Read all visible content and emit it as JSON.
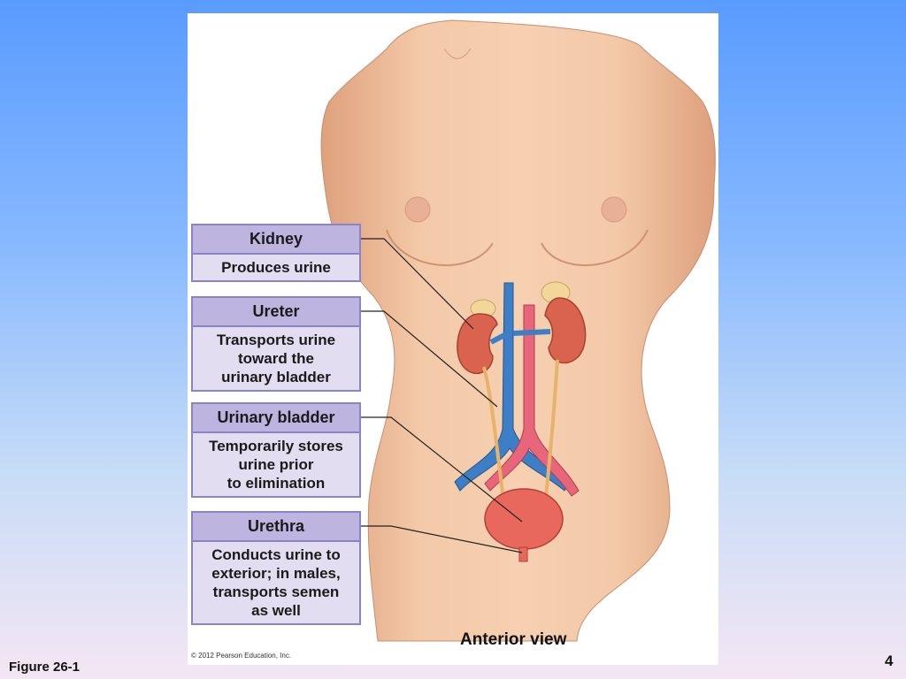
{
  "labels": [
    {
      "title": "Kidney",
      "desc": "Produces urine"
    },
    {
      "title": "Ureter",
      "desc": "Transports urine\ntoward the\nurinary bladder"
    },
    {
      "title": "Urinary bladder",
      "desc": "Temporarily stores\nurine prior\nto elimination"
    },
    {
      "title": "Urethra",
      "desc": "Conducts urine to\nexterior; in males,\ntransports semen\nas well"
    }
  ],
  "view_label": "Anterior view",
  "copyright": "© 2012 Pearson Education, Inc.",
  "figure_caption": "Figure 26-1",
  "slide_number": "4",
  "colors": {
    "skin": "#f0c3a0",
    "kidney": "#d9634f",
    "vein": "#3d7fc6",
    "artery": "#e86679",
    "ureter": "#e7b36a",
    "bladder": "#e8685e",
    "box_header": "#bdb4df",
    "box_body": "#e2ddf1"
  }
}
